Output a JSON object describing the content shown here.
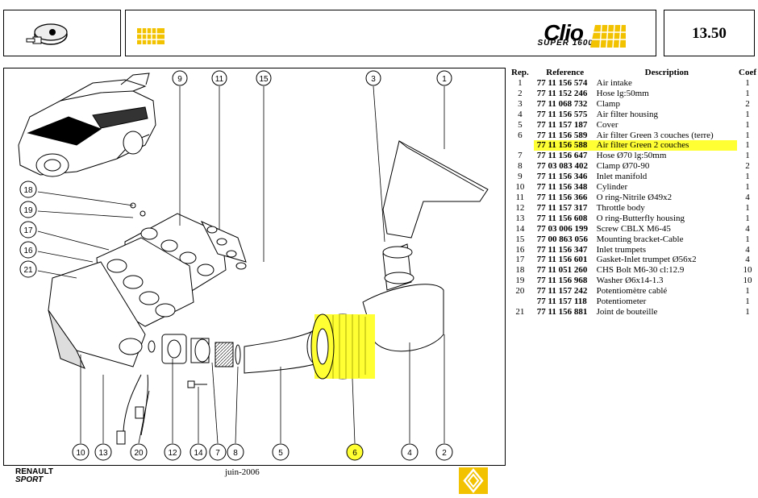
{
  "header": {
    "brand_model": "Clio",
    "brand_sub": "SUPER 1600",
    "page_number": "13.50"
  },
  "table": {
    "headers": {
      "rep": "Rep.",
      "reference": "Reference",
      "description": "Description",
      "coef": "Coef"
    },
    "rows": [
      {
        "rep": "1",
        "ref": "77 11 156 574",
        "desc": "Air intake",
        "coef": "1"
      },
      {
        "rep": "2",
        "ref": "77 11 152 246",
        "desc": "Hose lg:50mm",
        "coef": "1"
      },
      {
        "rep": "3",
        "ref": "77 11 068 732",
        "desc": "Clamp",
        "coef": "2"
      },
      {
        "rep": "4",
        "ref": "77 11 156 575",
        "desc": "Air filter housing",
        "coef": "1"
      },
      {
        "rep": "5",
        "ref": "77 11 157 187",
        "desc": "Cover",
        "coef": "1"
      },
      {
        "rep": "6",
        "ref": "77 11 156 589",
        "desc": "Air filter Green 3 couches (terre)",
        "coef": "1"
      },
      {
        "rep": "",
        "ref": "77 11 156 588",
        "desc": "Air filter Green 2 couches",
        "coef": "1",
        "highlight": true
      },
      {
        "rep": "7",
        "ref": "77 11 156 647",
        "desc": "Hose Ø70 lg:50mm",
        "coef": "1"
      },
      {
        "rep": "8",
        "ref": "77 03 083 402",
        "desc": "Clamp Ø70-90",
        "coef": "2"
      },
      {
        "rep": "9",
        "ref": "77 11 156 346",
        "desc": "Inlet manifold",
        "coef": "1"
      },
      {
        "rep": "10",
        "ref": "77 11 156 348",
        "desc": "Cylinder",
        "coef": "1"
      },
      {
        "rep": "11",
        "ref": "77 11 156 366",
        "desc": "O ring-Nitrile Ø49x2",
        "coef": "4"
      },
      {
        "rep": "12",
        "ref": "77 11 157 317",
        "desc": "Throttle body",
        "coef": "1"
      },
      {
        "rep": "13",
        "ref": "77 11 156 608",
        "desc": "O ring-Butterfly housing",
        "coef": "1"
      },
      {
        "rep": "14",
        "ref": "77 03 006 199",
        "desc": "Screw CBLX M6-45",
        "coef": "4"
      },
      {
        "rep": "15",
        "ref": "77 00 863 056",
        "desc": "Mounting bracket-Cable",
        "coef": "1"
      },
      {
        "rep": "16",
        "ref": "77 11 156 347",
        "desc": "Inlet trumpets",
        "coef": "4"
      },
      {
        "rep": "17",
        "ref": "77 11 156 601",
        "desc": "Gasket-Inlet trumpet Ø56x2",
        "coef": "4"
      },
      {
        "rep": "18",
        "ref": "77 11 051 260",
        "desc": "CHS Bolt M6-30 cl:12.9",
        "coef": "10"
      },
      {
        "rep": "19",
        "ref": "77 11 156 968",
        "desc": "Washer Ø6x14-1.3",
        "coef": "10"
      },
      {
        "rep": "20",
        "ref": "77 11 157 242",
        "desc": "Potentiomètre cablé",
        "coef": "1"
      },
      {
        "rep": "",
        "ref": "77 11 157 118",
        "desc": "Potentiometer",
        "coef": "1"
      },
      {
        "rep": "21",
        "ref": "77 11 156 881",
        "desc": "Joint de bouteille",
        "coef": "1"
      }
    ]
  },
  "diagram": {
    "callouts_top": [
      "9",
      "11",
      "15",
      "3",
      "1"
    ],
    "callouts_left": [
      "18",
      "19",
      "17",
      "16",
      "21"
    ],
    "callouts_bottom": [
      "10",
      "13",
      "20",
      "12",
      "14",
      "7",
      "8",
      "5",
      "6",
      "4",
      "2"
    ],
    "highlight_callout": "6",
    "highlight_color": "#ffff33"
  },
  "footer": {
    "brand_line1": "RENAULT",
    "brand_line2": "SPORT",
    "date": "juin-2006"
  },
  "colors": {
    "accent_yellow": "#f2c200",
    "highlight": "#ffff33"
  }
}
